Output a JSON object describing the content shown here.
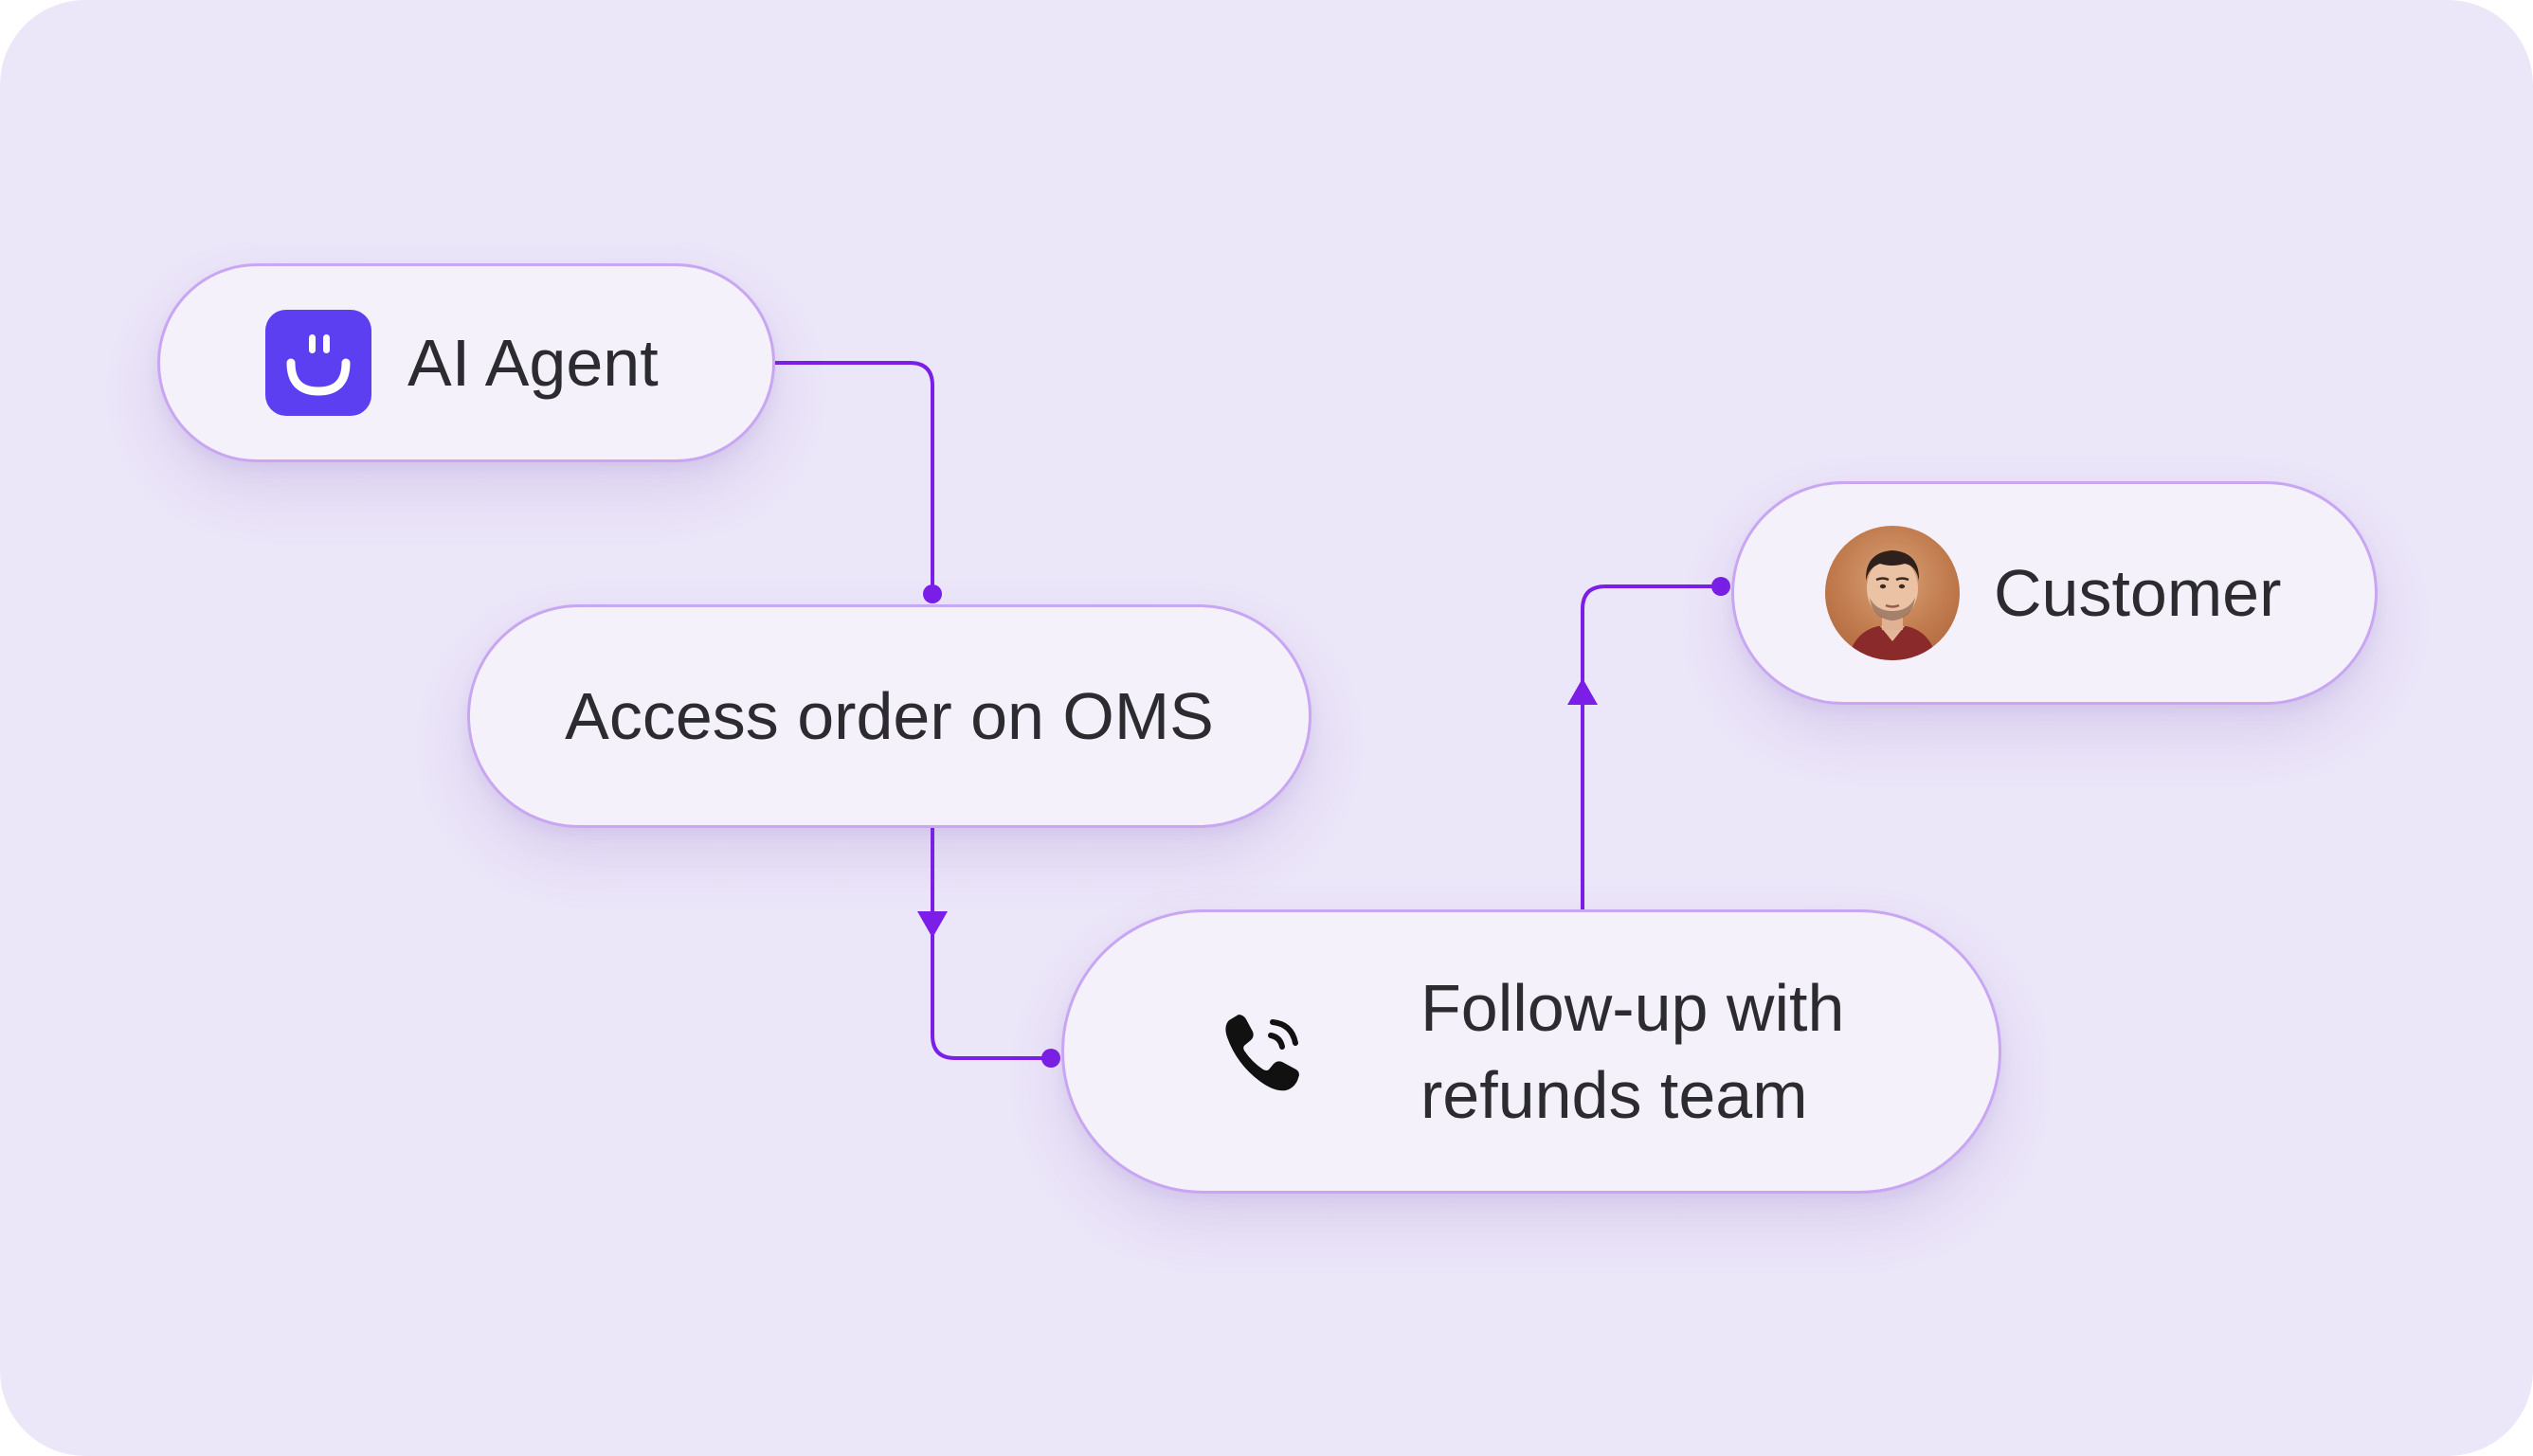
{
  "diagram": {
    "nodes": {
      "agent": {
        "label": "AI Agent",
        "icon": "smiley-logo-icon"
      },
      "access": {
        "label": "Access order on OMS"
      },
      "followup": {
        "line1": "Follow-up with",
        "line2": "refunds team",
        "icon": "phone-ringing-icon"
      },
      "customer": {
        "label": "Customer",
        "icon": "customer-avatar"
      }
    },
    "edges": [
      {
        "from": "agent",
        "to": "access"
      },
      {
        "from": "access",
        "to": "followup"
      },
      {
        "from": "followup",
        "to": "customer"
      }
    ]
  },
  "colors": {
    "background": "#ece6f9",
    "node_fill": "#f4f1fb",
    "node_border": "#c9a6f2",
    "connector": "#7a1ee8",
    "logo": "#5b3ff0",
    "text": "#2b2b30"
  }
}
